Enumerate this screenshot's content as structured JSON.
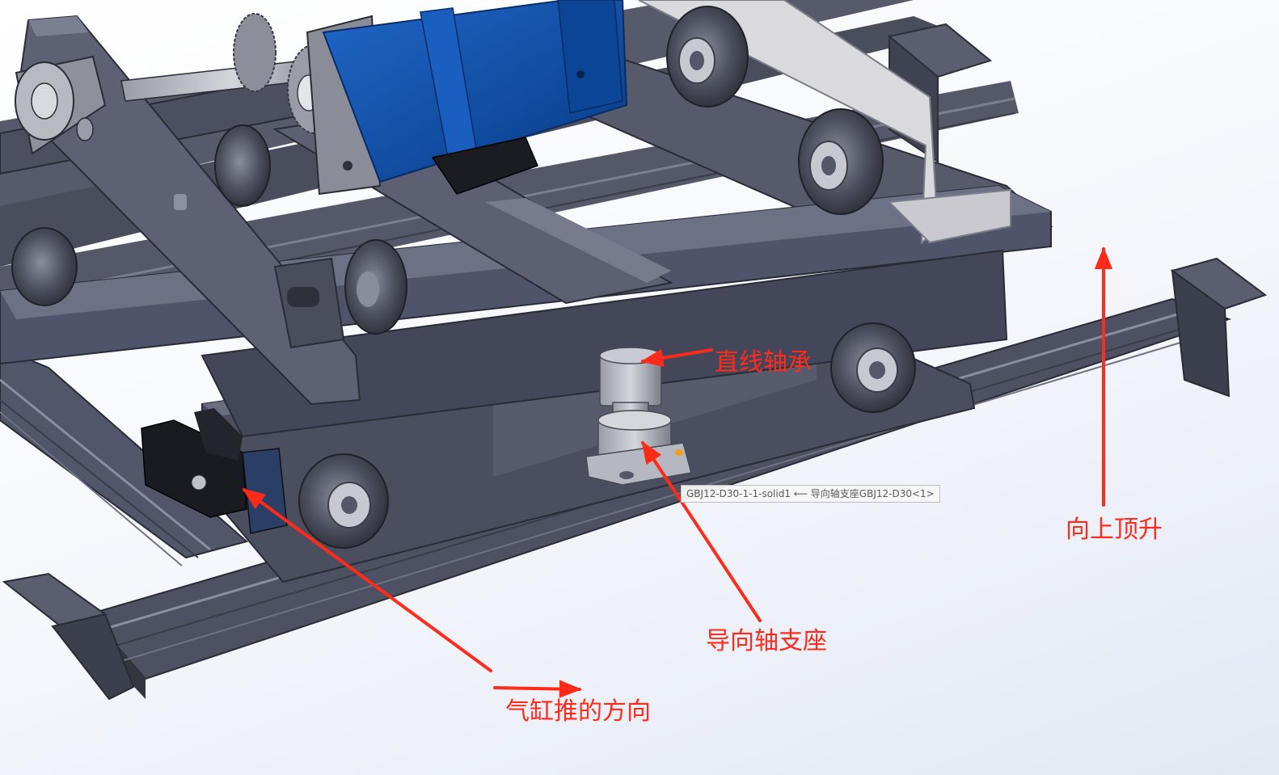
{
  "colors": {
    "annotation": "#ff2a1a",
    "frame_steel": "#4e5161",
    "frame_highlight": "#6c7082",
    "frame_shadow": "#30323d",
    "motor_blue": "#0f4fa8",
    "plate_light": "#d9d9de"
  },
  "labels": {
    "linear_bearing": "直线轴承",
    "lift_up": "向上顶升",
    "guide_shaft_support": "导向轴支座",
    "cylinder_push_direction": "气缸推的方向"
  },
  "tooltip": {
    "text": "GBJ12-D30-1-1-solid1 ⟵ 导向轴支座GBJ12-D30<1>"
  }
}
